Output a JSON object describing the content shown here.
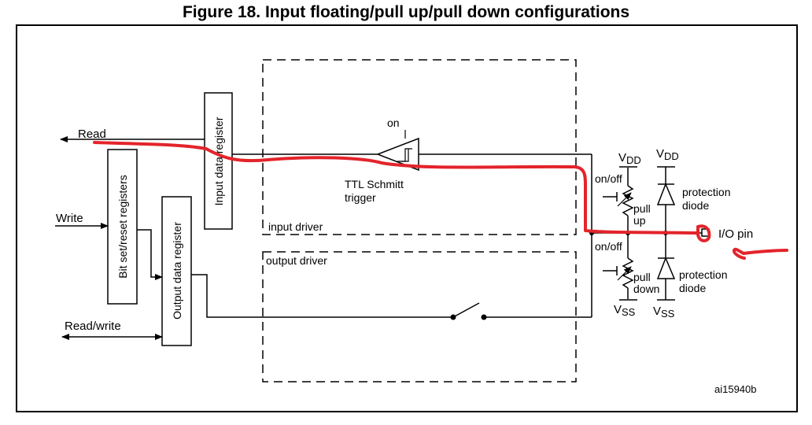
{
  "figure": {
    "title": "Figure 18. Input floating/pull up/pull down configurations",
    "id_code": "ai15940b"
  },
  "signals": {
    "read": "Read",
    "write": "Write",
    "read_write": "Read/write",
    "io_pin": "I/O pin"
  },
  "blocks": {
    "input_data_register": "Input data register",
    "bit_set_reset_registers": "Bit set/reset registers",
    "output_data_register": "Output data register",
    "input_driver": "input driver",
    "output_driver": "output driver"
  },
  "schmitt": {
    "on": "on",
    "label_line1": "TTL Schmitt",
    "label_line2": "trigger"
  },
  "pull": {
    "on_off_top": "on/off",
    "on_off_bottom": "on/off",
    "pull_up_line1": "pull",
    "pull_up_line2": "up",
    "pull_down_line1": "pull",
    "pull_down_line2": "down"
  },
  "supplies": {
    "vdd_main": "V",
    "vdd_sub": "DD",
    "vss_main": "V",
    "vss_sub": "SS"
  },
  "protection": {
    "top_line1": "protection",
    "top_line2": "diode",
    "bottom_line1": "protection",
    "bottom_line2": "diode"
  },
  "colors": {
    "annotation": "#e3242b",
    "ink": "#000000"
  }
}
